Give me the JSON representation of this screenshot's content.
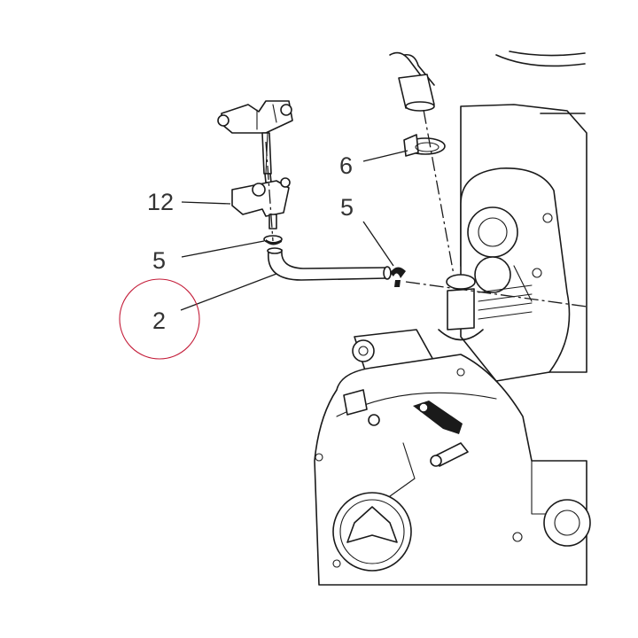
{
  "callouts": [
    {
      "id": "12",
      "label": "12"
    },
    {
      "id": "5a",
      "label": "5"
    },
    {
      "id": "2",
      "label": "2"
    },
    {
      "id": "6",
      "label": "6"
    },
    {
      "id": "5b",
      "label": "5"
    }
  ],
  "highlight_color": "#c41e3a",
  "line_color": "#1a1a1a",
  "label_color": "#333333"
}
